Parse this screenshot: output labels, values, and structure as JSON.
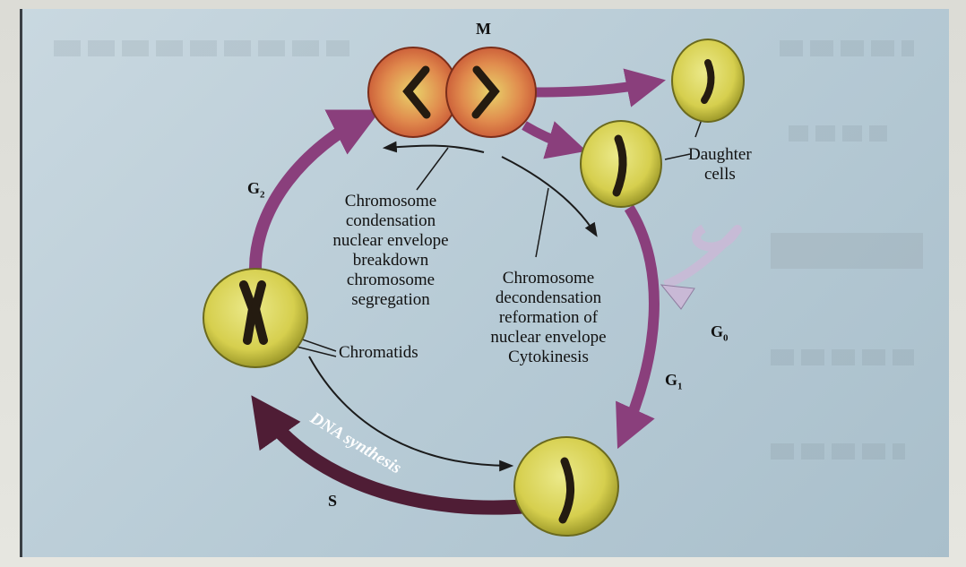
{
  "diagram": {
    "phases": {
      "m": "M",
      "g2": {
        "base": "G",
        "sub": "2"
      },
      "g1": {
        "base": "G",
        "sub": "1"
      },
      "g0": {
        "base": "G",
        "sub": "0"
      },
      "s": "S"
    },
    "labels": {
      "daughter_cells": [
        "Daughter",
        "cells"
      ],
      "condensation": [
        "Chromosome",
        "condensation",
        "nuclear envelope",
        "breakdown",
        "chromosome",
        "segregation"
      ],
      "decondensation": [
        "Chromosome",
        "decondensation",
        "reformation of",
        "nuclear envelope",
        "Cytokinesis"
      ],
      "chromatids": "Chromatids",
      "dna_synthesis": "DNA synthesis"
    },
    "colors": {
      "cell_fill": "#d9d35a",
      "cell_edge": "#6b6a1e",
      "chromosome": "#241b10",
      "dividing_cell": "#d9623f",
      "cycle_arrow": "#8a3f7c",
      "s_arrow": "#4f1d35",
      "g0_arrow": "#c9b9d6"
    }
  }
}
